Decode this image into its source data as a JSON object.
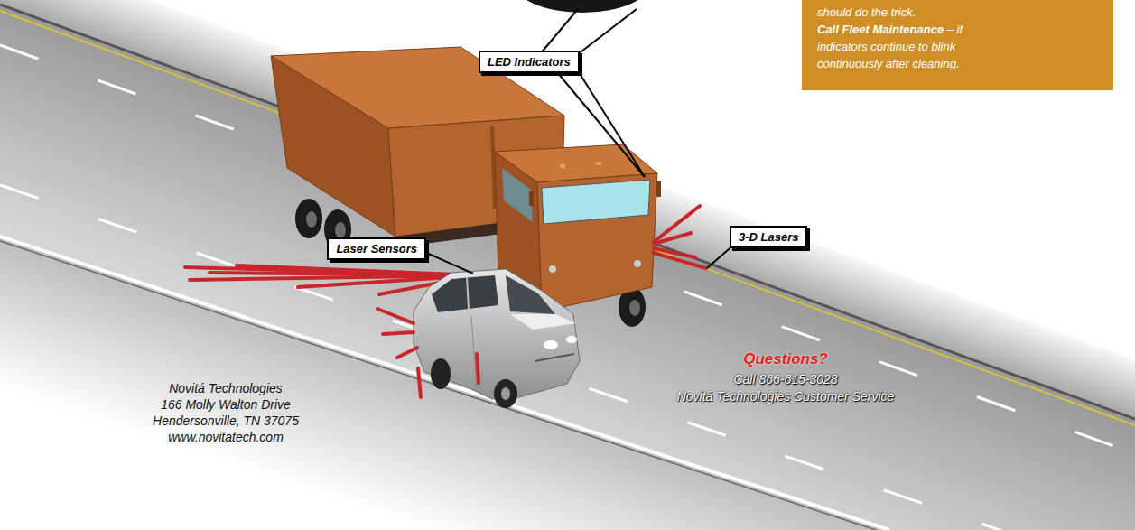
{
  "diagram": {
    "nodes": [
      {
        "text": [
          "should do the trick.",
          "Call Fleet Maintenance",
          "– if indicators continue to blink continuously after cleaning."
        ]
      },
      {
        "text": [
          "LED Indicators"
        ]
      },
      {
        "text": [
          "Laser Sensors"
        ]
      },
      {
        "text": [
          "3-D Lasers"
        ]
      }
    ],
    "labels": [
      "Novitá Technologies",
      "166 Molly Walton Drive",
      "Hendersonville, TN 37075",
      "www.novitatech.com",
      "Questions?",
      "Call 866-615-3028",
      "Novitá Technologies Customer Service"
    ]
  }
}
